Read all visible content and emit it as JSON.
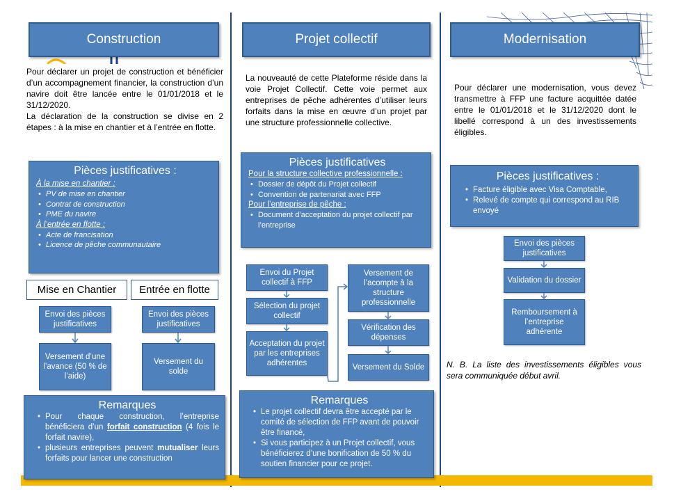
{
  "colors": {
    "box_fill": "#4f81bd",
    "box_border": "#2f5c8f",
    "divider": "#1f3f8f",
    "bottom_bar": "#f5b800"
  },
  "construction": {
    "header": "Construction",
    "intro1": "Pour déclarer un projet de construction et bénéficier d’un accompagnement financier, la construction d’un navire doit être lancée entre le 01/01/2018 et le 31/12/2020.",
    "intro2": "La déclaration de la construction se divise en 2 étapes : à la mise en chantier et à l’entrée en flotte.",
    "pieces": {
      "title": "Pièces justificatives :",
      "sub1": "À la mise en chantier :",
      "items1": [
        "PV de mise en chantier",
        "Contrat de construction",
        "PME du navire"
      ],
      "sub2": "À l’entrée en flotte :",
      "items2": [
        "Acte de francisation",
        "Licence de pêche communautaire"
      ]
    },
    "mise_label": "Mise en Chantier",
    "entree_label": "Entrée en flotte",
    "flow_left": [
      "Envoi des pièces justificatives",
      "Versement d’une l’avance (50 % de l’aide)"
    ],
    "flow_right": [
      "Envoi des pièces justificatives",
      "Versement du solde"
    ],
    "remarques": {
      "title": "Remarques",
      "r1_pre": "Pour chaque construction, l’entreprise bénéficiera d’un ",
      "r1_bold": "forfait construction",
      "r1_post": " (4 fois le forfait navire),",
      "r2_pre": "plusieurs entreprises peuvent ",
      "r2_bold": "mutualiser",
      "r2_post": " leurs forfaits pour lancer une construction"
    }
  },
  "collectif": {
    "header": "Projet collectif",
    "intro": "La nouveauté de cette Plateforme réside dans la voie Projet Collectif. Cette voie permet aux entreprises de pêche adhérentes d’utiliser leurs forfaits dans la mise en œuvre d’un projet par une structure professionnelle collective.",
    "pieces": {
      "title": "Pièces justificatives",
      "sub1": "Pour la structure collective professionnelle :",
      "items1": [
        "Dossier de dépôt du Projet collectif",
        "Convention de partenariat avec FFP"
      ],
      "sub2": "Pour l’entreprise de pêche :",
      "items2": [
        "Document d’acceptation du projet collectif par l’entreprise"
      ]
    },
    "flow_left": [
      "Envoi du Projet collectif à FFP",
      "Sélection du projet collectif",
      "Acceptation du projet par les entreprises adhérentes"
    ],
    "flow_right": [
      "Versement de l’acompte à la structure professionnelle",
      "Vérification des dépenses",
      "Versement du Solde"
    ],
    "remarques": {
      "title": "Remarques",
      "items": [
        "Le projet collectif devra être accepté par le comité de sélection de FFP avant de pouvoir être financé,",
        "Si vous participez à un Projet collectif, vous bénéficierez d’une bonification de 50 % du soutien financier pour ce projet."
      ]
    }
  },
  "modernisation": {
    "header": "Modernisation",
    "intro": "Pour déclarer une modernisation, vous devez transmettre à FFP une facture acquittée datée entre le 01/01/2018 et le 31/12/2020 dont le libellé correspond à un des investissements éligibles.",
    "pieces": {
      "title": "Pièces justificatives :",
      "items": [
        "Facture éligible avec Visa Comptable,",
        "Relevé de compte qui correspond au RIB envoyé"
      ]
    },
    "flow": [
      "Envoi des pièces justificatives",
      "Validation du dossier",
      "Remboursement à l’entreprise adhérente"
    ],
    "nb": "N. B. La liste des investissements éligibles vous sera communiquée début avril."
  }
}
